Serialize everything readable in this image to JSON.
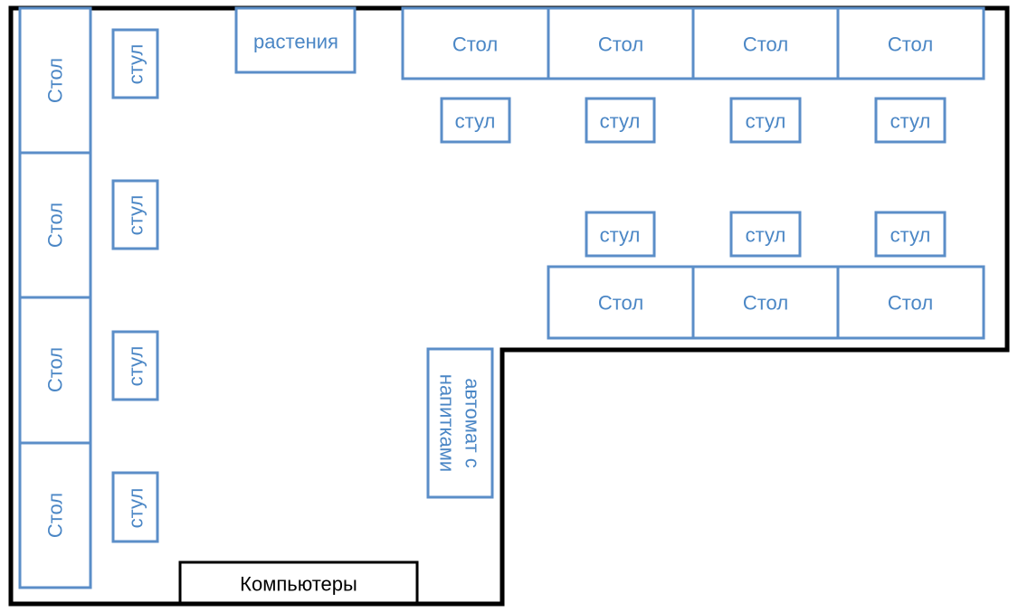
{
  "labels": {
    "table": "Стол",
    "chair": "стул",
    "plants": "растения",
    "vending": "автомат с напитками",
    "vending_line1": "автомат с",
    "vending_line2": "напитками",
    "computers": "Компьютеры"
  },
  "colors": {
    "furniture_outline": "#5b8ec8",
    "furniture_text": "#4a86c5",
    "walls": "#000000"
  }
}
